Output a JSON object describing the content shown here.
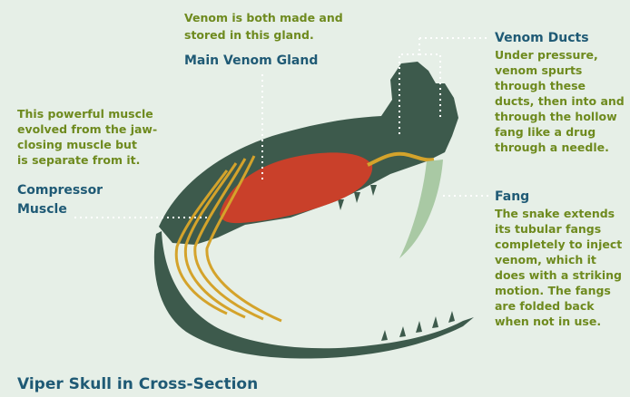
{
  "title": "Viper Skull in Cross-Section",
  "colors": {
    "background": "#e6efe7",
    "heading": "#1f5a75",
    "body_text": "#6e8a1e",
    "bone": "#3d5a4c",
    "venom_gland": "#c9402a",
    "muscle": "#d4a32b",
    "fang": "#a9c9a4"
  },
  "labels": {
    "gland": {
      "note_line1": "Venom is both made and",
      "note_line2": "stored in this gland.",
      "heading": "Main Venom Gland"
    },
    "ducts": {
      "heading": "Venom Ducts",
      "lines": [
        "Under pressure,",
        "venom spurts",
        "through these",
        "ducts, then into and",
        "through the hollow",
        "fang like a drug",
        "through a needle."
      ]
    },
    "muscle": {
      "lines": [
        "This powerful muscle",
        "evolved from the jaw-",
        "closing muscle but",
        "is separate from it."
      ],
      "heading_line1": "Compressor",
      "heading_line2": "Muscle"
    },
    "fang": {
      "heading": "Fang",
      "lines": [
        "The snake extends",
        "its tubular fangs",
        "completely to inject",
        "venom, which it",
        "does with a striking",
        "motion. The fangs",
        "are folded back",
        "when not in use."
      ]
    }
  }
}
